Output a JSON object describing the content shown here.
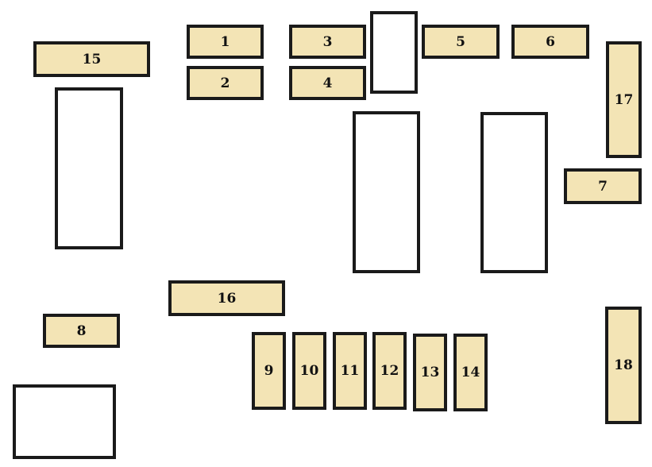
{
  "colors": {
    "fuse_fill": "#f3e4b5",
    "slot_fill": "#ffffff",
    "outline": "#1a1a1a"
  },
  "fuses": {
    "f1": "1",
    "f2": "2",
    "f3": "3",
    "f4": "4",
    "f5": "5",
    "f6": "6",
    "f7": "7",
    "f8": "8",
    "f9": "9",
    "f10": "10",
    "f11": "11",
    "f12": "12",
    "f13": "13",
    "f14": "14",
    "f15": "15",
    "f16": "16",
    "f17": "17",
    "f18": "18"
  }
}
